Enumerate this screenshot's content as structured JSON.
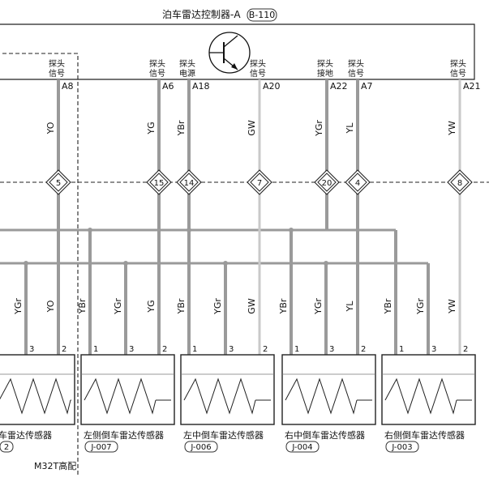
{
  "diagram": {
    "controller": {
      "title": "泊车雷达控制器-A",
      "code": "B-110"
    },
    "pins": [
      {
        "pin": "A8",
        "label": [
          "探头",
          "信号"
        ]
      },
      {
        "pin": "A6",
        "label": [
          "探头",
          "信号"
        ]
      },
      {
        "pin": "A18",
        "label": [
          "探头",
          "电源"
        ]
      },
      {
        "pin": "A20",
        "label": [
          "探头",
          "信号"
        ]
      },
      {
        "pin": "A22",
        "label": [
          "探头",
          "接地"
        ]
      },
      {
        "pin": "A7",
        "label": [
          "探头",
          "信号"
        ]
      },
      {
        "pin": "A21",
        "label": [
          "探头",
          "信号"
        ]
      }
    ],
    "wires_upper": [
      "YO",
      "YG",
      "YBr",
      "GW",
      "YGr",
      "YL",
      "YW"
    ],
    "connector_numbers": [
      "5",
      "15",
      "14",
      "7",
      "20",
      "4",
      "8"
    ],
    "sensors": [
      {
        "name": "车雷达传感器",
        "code": "2",
        "wires": [
          "YGr",
          "YO"
        ],
        "terminals": [
          "3",
          "2"
        ]
      },
      {
        "name": "左侧倒车雷达传感器",
        "code": "J-007",
        "wires": [
          "YBr",
          "YGr",
          "YG"
        ],
        "terminals": [
          "1",
          "3",
          "2"
        ]
      },
      {
        "name": "左中倒车雷达传感器",
        "code": "J-006",
        "wires": [
          "YBr",
          "YGr",
          "GW"
        ],
        "terminals": [
          "1",
          "3",
          "2"
        ]
      },
      {
        "name": "右中倒车雷达传感器",
        "code": "J-004",
        "wires": [
          "YBr",
          "YGr",
          "YL"
        ],
        "terminals": [
          "1",
          "3",
          "2"
        ]
      },
      {
        "name": "右侧倒车雷达传感器",
        "code": "J-003",
        "wires": [
          "YBr",
          "YGr",
          "YW"
        ],
        "terminals": [
          "1",
          "3",
          "2"
        ]
      }
    ],
    "option_note": "M32T高配"
  }
}
